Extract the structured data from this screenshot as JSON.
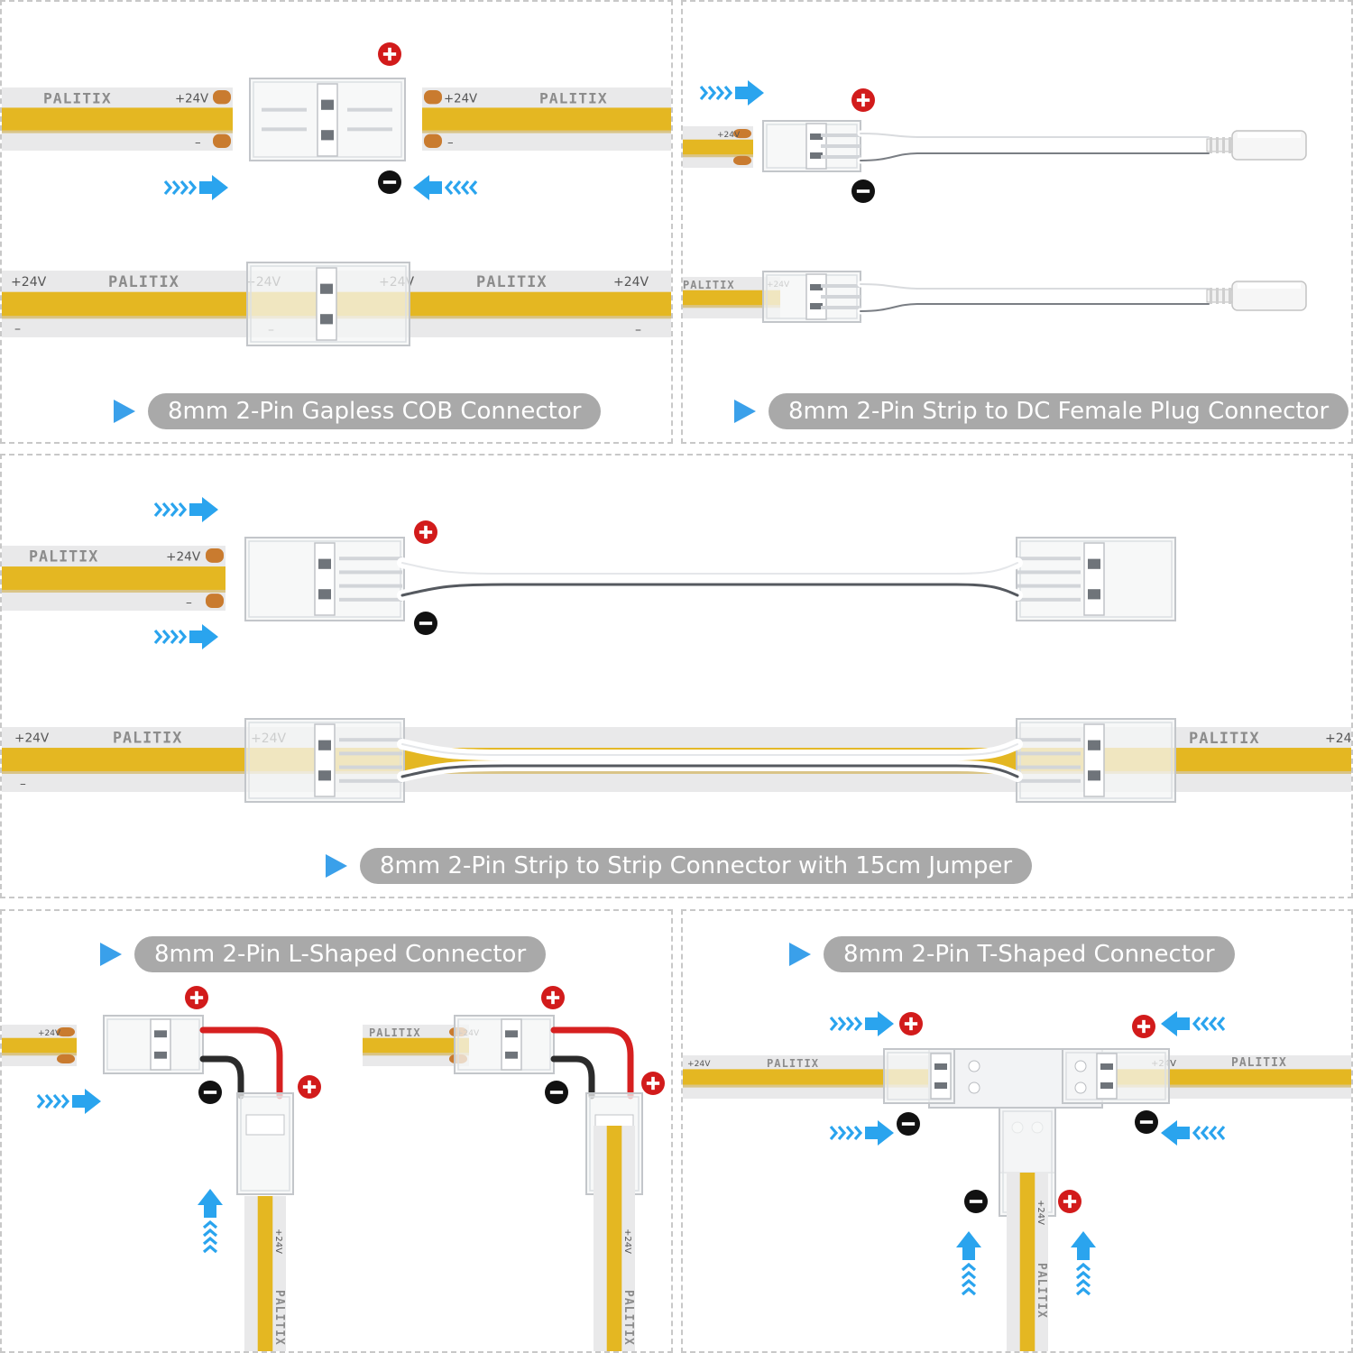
{
  "brand": "PALITIX",
  "voltage_label": "+24V",
  "negative_mark": "–",
  "colors": {
    "strip_body": "#e9e9ea",
    "strip_phosphor": "#e4b722",
    "pad": "#c97b2f",
    "arrow": "#2aa4ee",
    "plus_badge": "#d21b1b",
    "minus_badge": "#111111",
    "caption_bg": "#a9a9a9",
    "caption_marker": "#3aa0ea",
    "red_wire": "#d62020",
    "black_wire": "#2b2b2b"
  },
  "icons": {
    "positive": "plus-circle-icon",
    "negative": "minus-circle-icon",
    "direction": "chevron-arrow-icon",
    "caption_marker": "play-triangle-icon"
  },
  "panels": [
    {
      "id": "gapless",
      "caption": "8mm 2-Pin Gapless COB Connector"
    },
    {
      "id": "dc-plug",
      "caption": "8mm 2-Pin Strip to DC Female Plug Connector"
    },
    {
      "id": "jumper",
      "caption": "8mm 2-Pin Strip to Strip Connector with 15cm Jumper"
    },
    {
      "id": "l-shaped",
      "caption": "8mm 2-Pin L-Shaped Connector"
    },
    {
      "id": "t-shaped",
      "caption": "8mm 2-Pin T-Shaped Connector"
    }
  ]
}
